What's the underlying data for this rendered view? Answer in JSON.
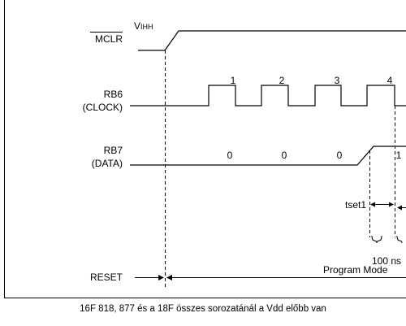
{
  "signals": {
    "mclr": "MCLR",
    "vihh_v": "V",
    "vihh_sub": "IHH",
    "rb6": "RB6",
    "rb6_sub": "(CLOCK)",
    "rb7": "RB7",
    "rb7_sub": "(DATA)",
    "reset": "RESET"
  },
  "clock_pulses": [
    "1",
    "2",
    "3",
    "4"
  ],
  "data_bits": [
    "0",
    "0",
    "0",
    "1"
  ],
  "timing": {
    "tset": "tset1",
    "hold": "100 ns"
  },
  "mode": "Program Mode",
  "caption": "16F 818, 877 és a 18F összes sorozatánál a Vdd előbb van"
}
